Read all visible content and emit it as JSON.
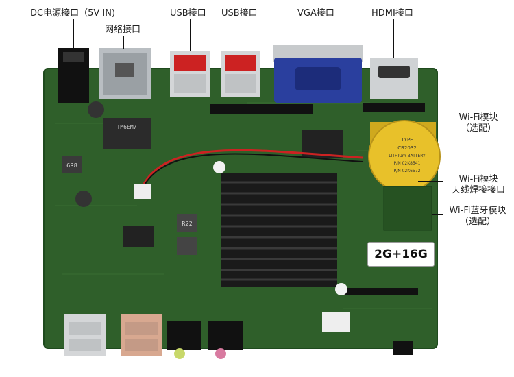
{
  "labels": {
    "dc_power": "DC电源接口（5V IN)",
    "network": "网络接口",
    "usb_top_1": "USB接口",
    "usb_top_2": "USB接口",
    "vga": "VGA接口",
    "hdmi": "HDMI接口",
    "wifi_module_line1": "Wi-Fi模块",
    "wifi_module_line2": "（选配）",
    "wifi_antenna_line1": "Wi-Fi模块",
    "wifi_antenna_line2": "天线焊接接口",
    "wifi_bt_line1": "Wi-Fi蓝牙模块",
    "wifi_bt_line2": "（选配）"
  },
  "board": {
    "memory_badge": "2G+16G",
    "chip_top_label": "TM6EM7",
    "inductor_label": "6R8",
    "choke_label": "R22",
    "battery": {
      "line1": "TYPE",
      "line2": "CR2032",
      "line3": "LITHIUm BATTERY",
      "line4": "P/N 02K8541",
      "line5": "P/N 02K6572"
    }
  },
  "colors": {
    "pcb": "#2f5f2a",
    "heatsink": "#1a1a1a",
    "vga": "#2a3f9e",
    "battery": "#e8c12a",
    "audio_green": "#c8d86a",
    "audio_pink": "#d87aa0"
  }
}
